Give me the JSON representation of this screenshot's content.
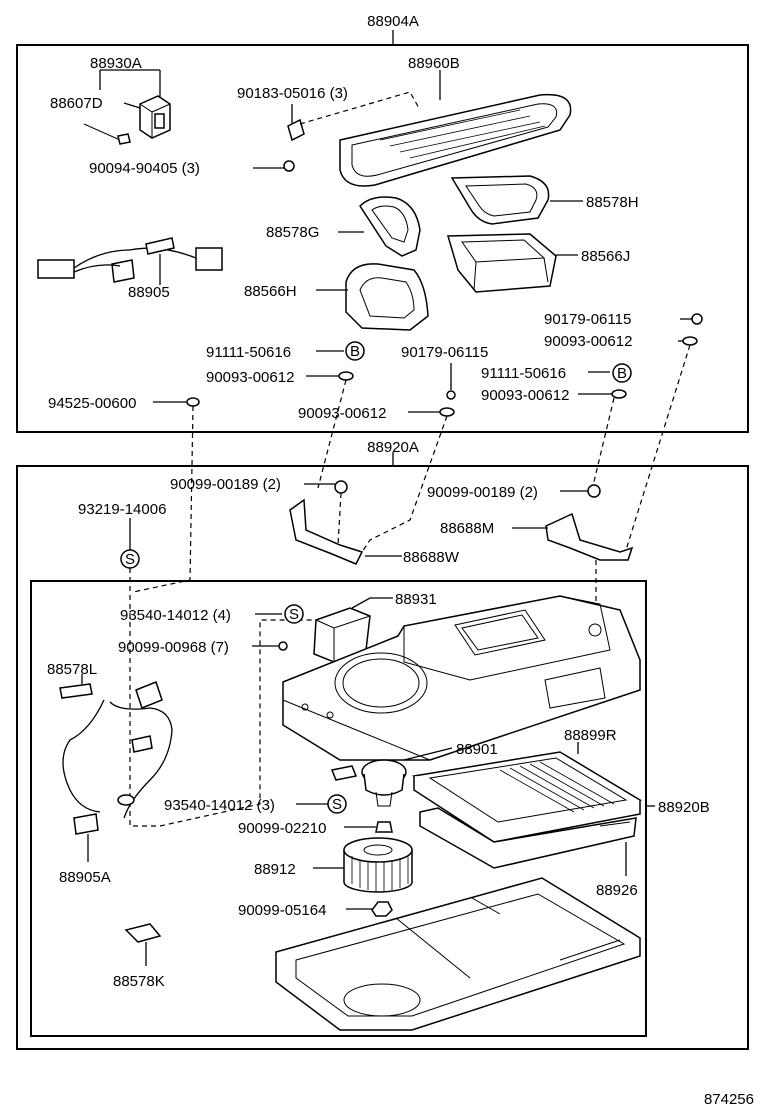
{
  "labels": {
    "p88904A": "88904A",
    "p88930A": "88930A",
    "p88607D": "88607D",
    "p88960B": "88960B",
    "p90183_05016": "90183-05016 (3)",
    "p90094_90405": "90094-90405 (3)",
    "p88578H": "88578H",
    "p88578G": "88578G",
    "p88566J": "88566J",
    "p88566H": "88566H",
    "p88905": "88905",
    "p90179_06115_r": "90179-06115",
    "p90093_00612_r1": "90093-00612",
    "p91111_50616_l": "91111-50616",
    "p90179_06115_m": "90179-06115",
    "p90093_00612_l": "90093-00612",
    "p91111_50616_r": "91111-50616",
    "p94525_00600": "94525-00600",
    "p90093_00612_r2": "90093-00612",
    "p90093_00612_m": "90093-00612",
    "p88920A": "88920A",
    "p90099_00189_l": "90099-00189 (2)",
    "p90099_00189_r": "90099-00189 (2)",
    "p93219_14006": "93219-14006",
    "p88688M": "88688M",
    "p88688W": "88688W",
    "p93540_14012_4": "93540-14012 (4)",
    "p88931": "88931",
    "p90099_00968": "90099-00968 (7)",
    "p88578L": "88578L",
    "p88901": "88901",
    "p88899R": "88899R",
    "p93540_14012_3": "93540-14012 (3)",
    "p88920B": "88920B",
    "p90099_02210": "90099-02210",
    "p88905A": "88905A",
    "p88912": "88912",
    "p88926": "88926",
    "p90099_05164": "90099-05164",
    "p88578K": "88578K",
    "drawing_number": "874256"
  },
  "symbols": {
    "s_letter": "S",
    "b_letter": "B"
  }
}
